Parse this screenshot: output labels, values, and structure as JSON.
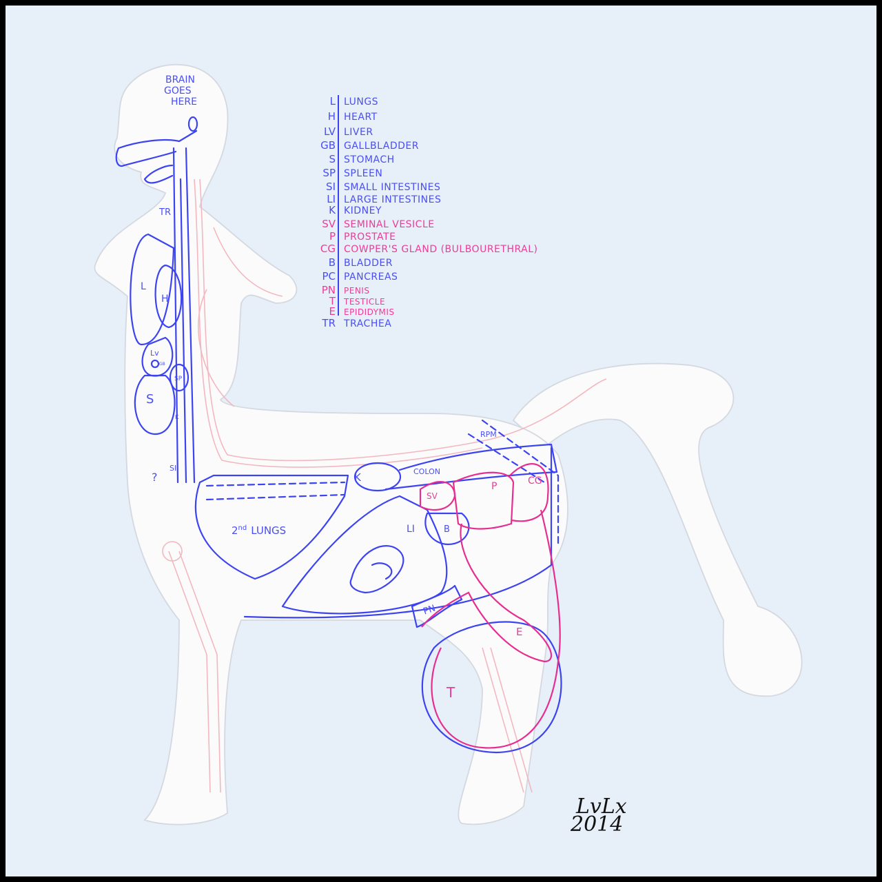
{
  "legend": [
    {
      "key": "L",
      "name": "LUNGS",
      "color": "#4a4ff0"
    },
    {
      "key": "H",
      "name": "HEART",
      "color": "#4a4ff0"
    },
    {
      "key": "LV",
      "name": "LIVER",
      "color": "#4a4ff0"
    },
    {
      "key": "GB",
      "name": "GALLBLADDER",
      "color": "#4a4ff0"
    },
    {
      "key": "S",
      "name": "STOMACH",
      "color": "#4a4ff0"
    },
    {
      "key": "SP",
      "name": "SPLEEN",
      "color": "#4a4ff0"
    },
    {
      "key": "SI",
      "name": "SMALL INTESTINES",
      "color": "#4a4ff0"
    },
    {
      "key": "LI",
      "name": "LARGE INTESTINES",
      "color": "#4a4ff0"
    },
    {
      "key": "K",
      "name": "KIDNEY",
      "color": "#4a4ff0"
    },
    {
      "key": "SV",
      "name": "SEMINAL VESICLE",
      "color": "#ea3d97"
    },
    {
      "key": "P",
      "name": "PROSTATE",
      "color": "#ea3d97"
    },
    {
      "key": "CG",
      "name": "COWPER'S GLAND (BULBOURETHRAL)",
      "color": "#ea3d97"
    },
    {
      "key": "B",
      "name": "BLADDER",
      "color": "#4a4ff0"
    },
    {
      "key": "PC",
      "name": "PANCREAS",
      "color": "#4a4ff0"
    },
    {
      "key": "PN",
      "name": "PENIS",
      "color": "#ea3d97"
    },
    {
      "key": "T",
      "name": "TESTICLE",
      "color": "#ea3d97"
    },
    {
      "key": "E",
      "name": "EPIDIDYMIS",
      "color": "#ea3d97"
    },
    {
      "key": "TR",
      "name": "TRACHEA",
      "color": "#4a4ff0"
    }
  ],
  "labels": {
    "brain1": "BRAIN",
    "brain2": "GOES",
    "brain3": "HERE",
    "tr": "TR",
    "l": "L",
    "h": "H",
    "lv": "Lv",
    "gb": "GB",
    "sp": "SP",
    "s": "S",
    "k_small": "K",
    "q": "?",
    "si": "SI",
    "lungs2_sup": "nd",
    "lungs2_num": "2",
    "lungs2": "LUNGS",
    "k": "K",
    "colon": "COLON",
    "rpm": "RPM",
    "sv": "SV",
    "p": "P",
    "cg": "CG",
    "li": "LI",
    "b": "B",
    "pn": "PN",
    "e": "E",
    "t": "T"
  },
  "signature": {
    "name": "LvLx",
    "year": "2014"
  },
  "colors": {
    "organ": "#3c43f0",
    "reproductive": "#e62e90",
    "skeleton": "#f3b7bf",
    "background": "#e7eff9"
  }
}
